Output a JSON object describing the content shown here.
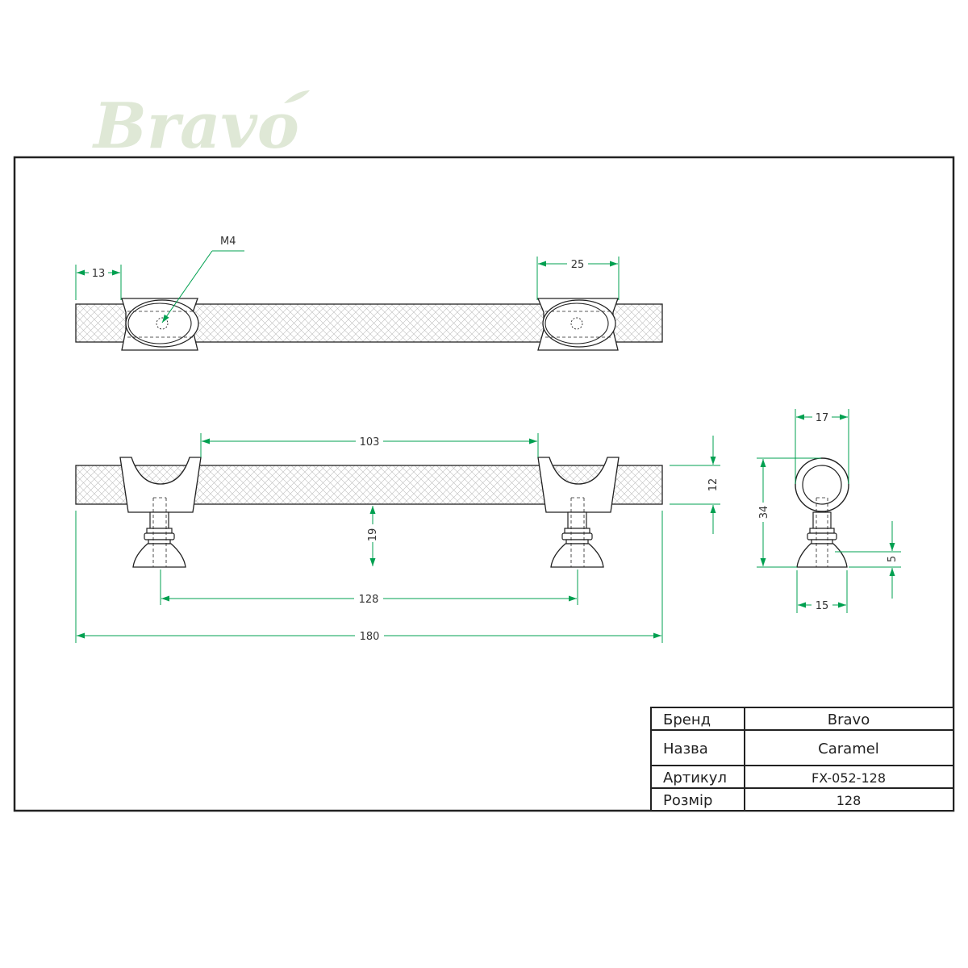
{
  "logo": {
    "text": "Bravo",
    "color": "#dfe8d6"
  },
  "colors": {
    "dimension": "#00a050",
    "outline": "#222222",
    "hatch": "#bdbdbd"
  },
  "dimensions": {
    "top_view": {
      "thread": "M4",
      "base_offset": "13",
      "base_width": "25"
    },
    "front_view": {
      "hole_spacing_inner": "103",
      "thickness": "12",
      "height": "19",
      "hole_spacing": "128",
      "overall_length": "180"
    },
    "side_view": {
      "width": "17",
      "height": "34",
      "foot_height": "5",
      "foot_width": "15"
    }
  },
  "title_block": {
    "rows": [
      {
        "label": "Бренд",
        "value": "Bravo"
      },
      {
        "label": "Назва",
        "value": "Caramel"
      },
      {
        "label": "Артикул",
        "value": "FX-052-128"
      },
      {
        "label": "Розмір",
        "value": "128"
      }
    ]
  }
}
